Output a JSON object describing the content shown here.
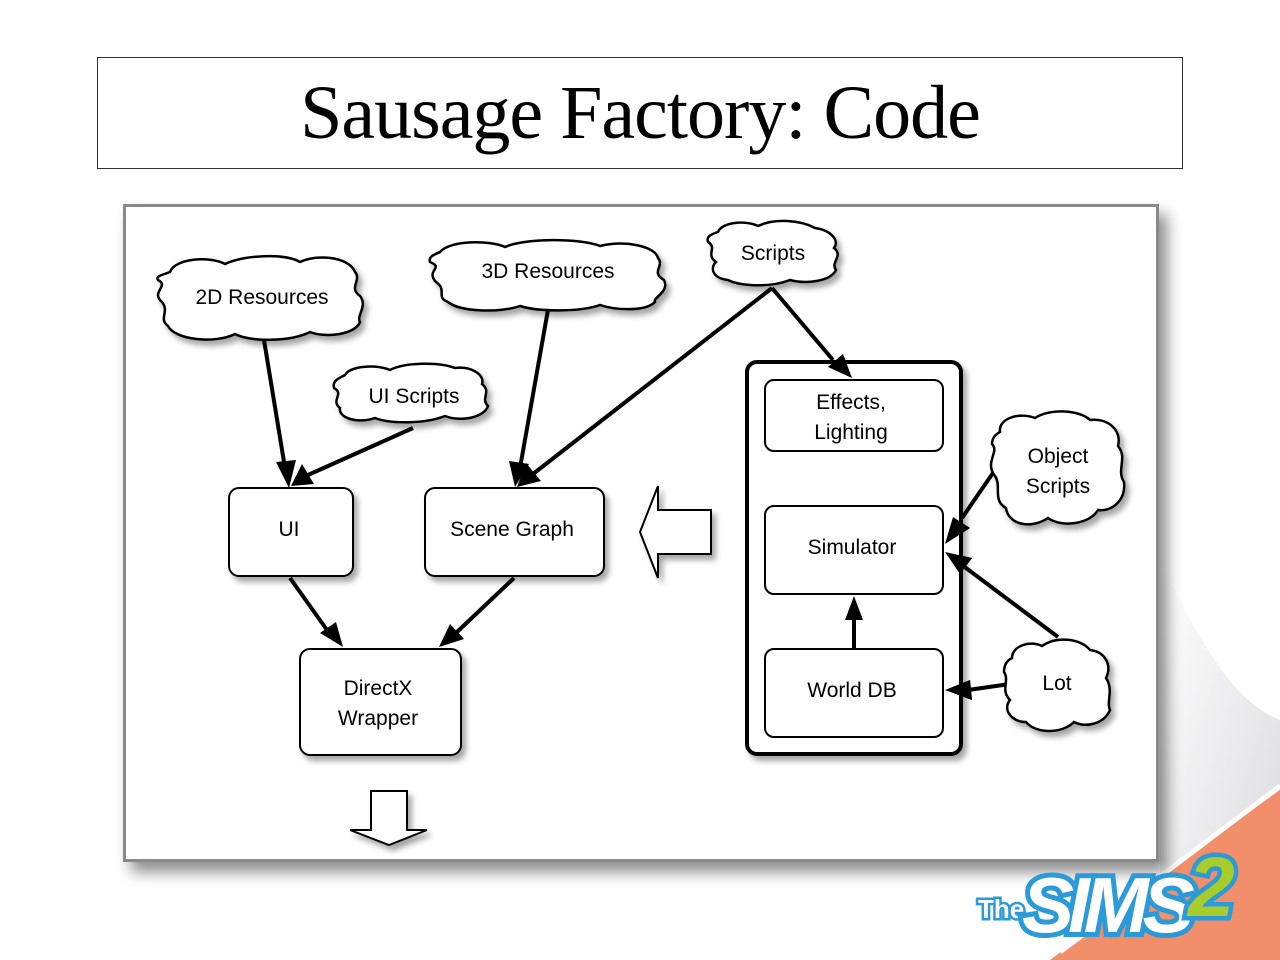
{
  "slide": {
    "title": "Sausage Factory: Code"
  },
  "diagram": {
    "clouds": {
      "res2d": "2D Resources",
      "res3d": "3D Resources",
      "scripts": "Scripts",
      "ui_scripts": "UI Scripts",
      "object_scripts": [
        "Object",
        "Scripts"
      ],
      "lot": "Lot"
    },
    "boxes": {
      "ui": "UI",
      "scene_graph": "Scene Graph",
      "directx": [
        "DirectX",
        "Wrapper"
      ],
      "effects": [
        "Effects,",
        "Lighting"
      ],
      "simulator": "Simulator",
      "world_db": "World DB"
    },
    "edges": [
      {
        "from": "2D Resources",
        "to": "UI"
      },
      {
        "from": "UI Scripts",
        "to": "UI"
      },
      {
        "from": "3D Resources",
        "to": "Scene Graph"
      },
      {
        "from": "Scripts",
        "to": "Scene Graph"
      },
      {
        "from": "Scripts",
        "to": "Effects, Lighting"
      },
      {
        "from": "UI",
        "to": "DirectX Wrapper"
      },
      {
        "from": "Scene Graph",
        "to": "DirectX Wrapper"
      },
      {
        "from": "Object Scripts",
        "to": "Simulator"
      },
      {
        "from": "Lot",
        "to": "Simulator"
      },
      {
        "from": "Lot",
        "to": "World DB"
      },
      {
        "from": "World DB",
        "to": "Simulator"
      },
      {
        "from": "Simulation group",
        "to": "Scene Graph",
        "style": "block-arrow"
      }
    ]
  },
  "logo": {
    "prefix": "The",
    "name": "SIMS",
    "number": "2",
    "colors": {
      "blue": "#2a9ad8",
      "green": "#a8cc2c",
      "salmon": "#f2906c"
    }
  }
}
